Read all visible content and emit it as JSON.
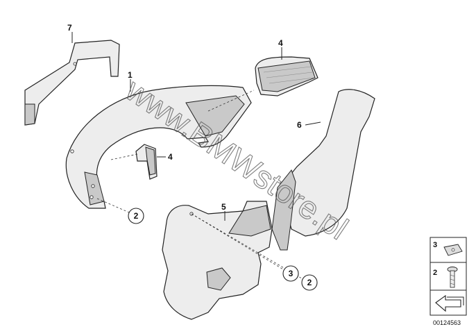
{
  "watermark": "www.BMWstore.pl",
  "callouts": [
    {
      "id": "part-7",
      "label": "7"
    },
    {
      "id": "part-1",
      "label": "1"
    },
    {
      "id": "part-4a",
      "label": "4"
    },
    {
      "id": "part-4b",
      "label": "4"
    },
    {
      "id": "part-6",
      "label": "6"
    },
    {
      "id": "part-5",
      "label": "5"
    }
  ],
  "circled": [
    {
      "id": "circle-2-left",
      "label": "2"
    },
    {
      "id": "circle-3",
      "label": "3"
    },
    {
      "id": "circle-2-right",
      "label": "2"
    }
  ],
  "legend": {
    "items": [
      {
        "label": "3",
        "icon": "clip-nut-icon"
      },
      {
        "label": "2",
        "icon": "screw-icon"
      }
    ],
    "arrow_icon": "direction-arrow-icon"
  },
  "doc_number": "00124563"
}
